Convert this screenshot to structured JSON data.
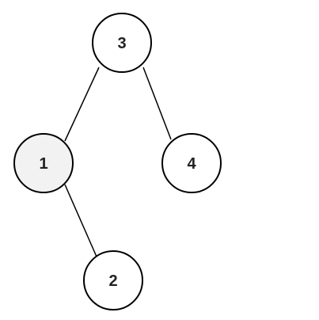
{
  "tree": {
    "nodes": [
      {
        "id": "n3",
        "label": "3",
        "fill": "#ffffff"
      },
      {
        "id": "n1",
        "label": "1",
        "fill": "#f2f2f2"
      },
      {
        "id": "n4",
        "label": "4",
        "fill": "#ffffff"
      },
      {
        "id": "n2",
        "label": "2",
        "fill": "#ffffff"
      }
    ],
    "edges": [
      {
        "from": "n3",
        "to": "n1"
      },
      {
        "from": "n3",
        "to": "n4"
      },
      {
        "from": "n1",
        "to": "n2"
      }
    ]
  },
  "colors": {
    "stroke": "#000000",
    "text": "#222222",
    "background": "#ffffff"
  }
}
